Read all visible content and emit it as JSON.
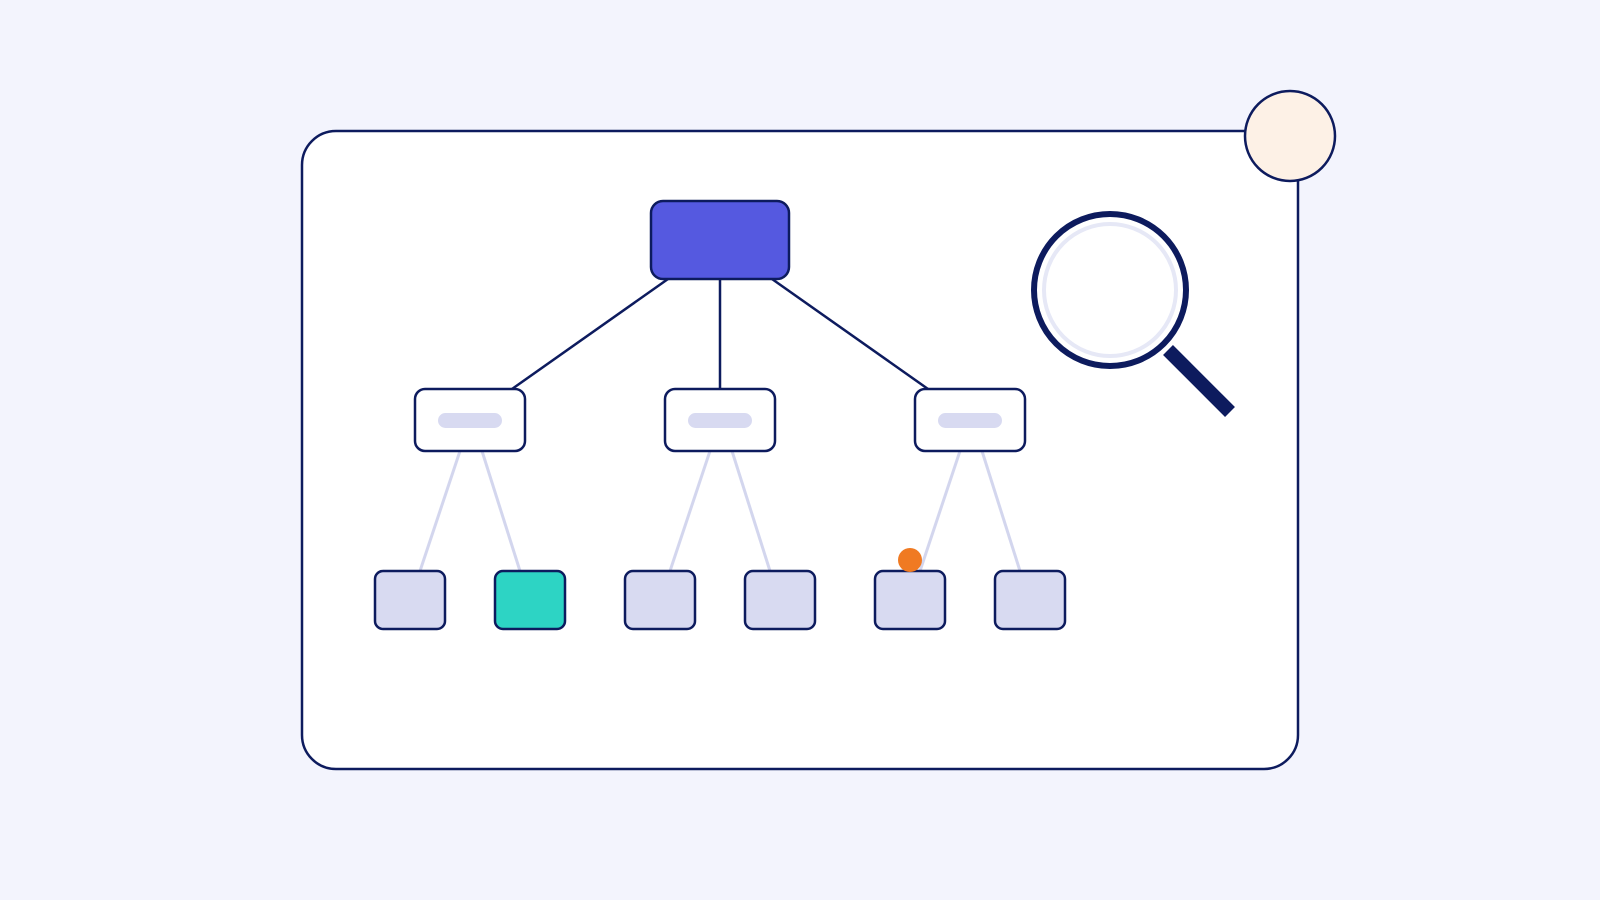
{
  "colors": {
    "page_background": "#F3F4FD",
    "card_fill": "#FFFFFF",
    "outline": "#0D1B5E",
    "root_fill": "#5559E0",
    "branch_fill": "#FFFFFF",
    "label_pill": "#D8DAF1",
    "leaf_fill": "#D8DAF1",
    "leaf_highlight": "#2DD4C4",
    "faint_edge": "#D3D6EE",
    "marker_dot": "#F07A22",
    "corner_badge": "#FDF1E6",
    "lens_ring": "#E6E8F6"
  },
  "tree": {
    "root": {
      "id": "root",
      "highlighted": true
    },
    "branches": [
      {
        "id": "branch-1",
        "leaves": [
          {
            "id": "leaf-1",
            "highlighted": false,
            "marker": false
          },
          {
            "id": "leaf-2",
            "highlighted": true,
            "marker": false
          }
        ]
      },
      {
        "id": "branch-2",
        "leaves": [
          {
            "id": "leaf-3",
            "highlighted": false,
            "marker": false
          },
          {
            "id": "leaf-4",
            "highlighted": false,
            "marker": false
          }
        ]
      },
      {
        "id": "branch-3",
        "leaves": [
          {
            "id": "leaf-5",
            "highlighted": false,
            "marker": true
          },
          {
            "id": "leaf-6",
            "highlighted": false,
            "marker": false
          }
        ]
      }
    ]
  },
  "icons": {
    "magnifier": "magnifier-icon",
    "badge": "corner-badge-icon"
  }
}
